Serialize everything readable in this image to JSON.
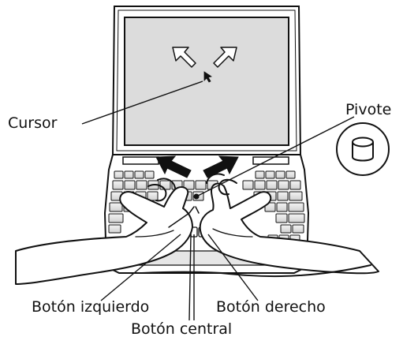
{
  "labels": {
    "cursor": "Cursor",
    "pivot": "Pivote",
    "left_button": "Botón izquierdo",
    "right_button": "Botón derecho",
    "center_button": "Botón central"
  },
  "colors": {
    "ink": "#111111",
    "screen": "#dcdcdc",
    "body": "#ffffff"
  }
}
